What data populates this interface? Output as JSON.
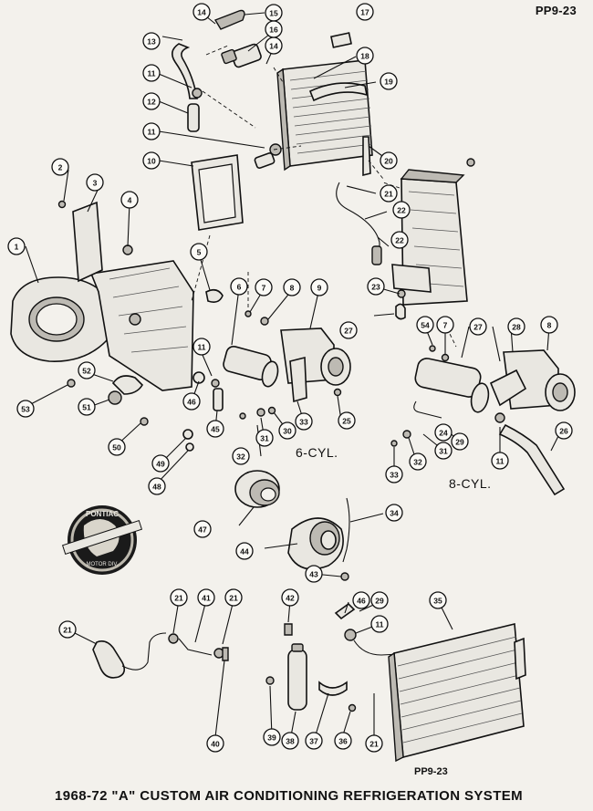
{
  "page_code_top": "PP9-23",
  "page_code_bottom": "PP9-23",
  "caption": "1968-72 \"A\" CUSTOM AIR CONDITIONING REFRIGERATION SYSTEM",
  "engine_labels": {
    "six_cyl": "6-CYL.",
    "eight_cyl": "8-CYL."
  },
  "logo": {
    "text": "PONTIAC",
    "subtext": "MOTOR DIV."
  },
  "callouts": [
    "1",
    "2",
    "3",
    "4",
    "5",
    "6",
    "7",
    "8",
    "9",
    "10",
    "11",
    "11",
    "11",
    "11",
    "11",
    "12",
    "13",
    "14",
    "14",
    "15",
    "16",
    "17",
    "18",
    "19",
    "20",
    "21",
    "21",
    "21",
    "21",
    "21",
    "22",
    "22",
    "23",
    "24",
    "25",
    "26",
    "27",
    "27",
    "28",
    "29",
    "29",
    "30",
    "31",
    "31",
    "32",
    "32",
    "33",
    "33",
    "34",
    "35",
    "36",
    "37",
    "38",
    "39",
    "40",
    "41",
    "42",
    "43",
    "44",
    "45",
    "46",
    "46",
    "47",
    "48",
    "49",
    "50",
    "51",
    "52",
    "53",
    "54",
    "7",
    "8",
    "9"
  ]
}
